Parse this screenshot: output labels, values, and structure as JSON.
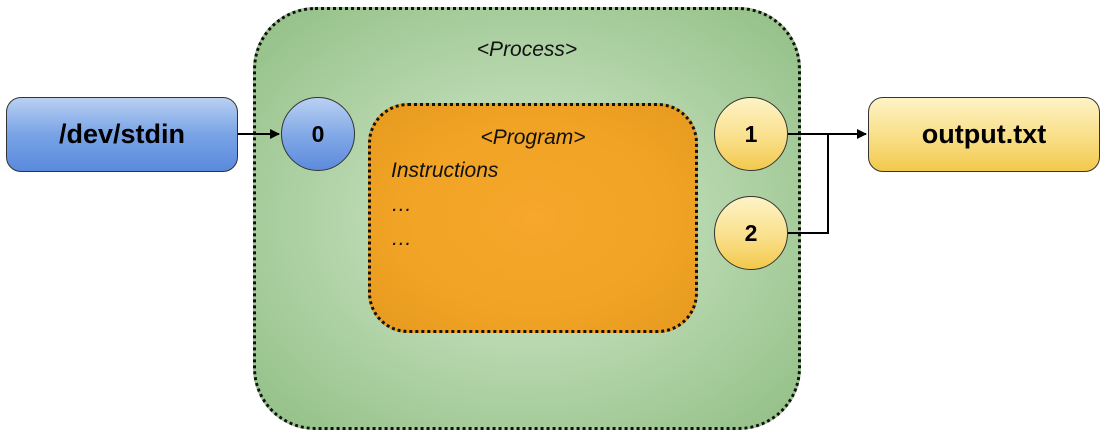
{
  "process": {
    "label": "<Process>"
  },
  "program": {
    "label": "<Program>",
    "lines": [
      "Instructions",
      "…",
      "…"
    ]
  },
  "input_file": {
    "label": "/dev/stdin"
  },
  "output_file": {
    "label": "output.txt"
  },
  "file_descriptors": [
    {
      "label": "0"
    },
    {
      "label": "1"
    },
    {
      "label": "2"
    }
  ],
  "colors": {
    "process": "#b7d7ae",
    "program": "#f0a324",
    "input": "#79a3e6",
    "output": "#f9de85",
    "line": "#000000"
  }
}
